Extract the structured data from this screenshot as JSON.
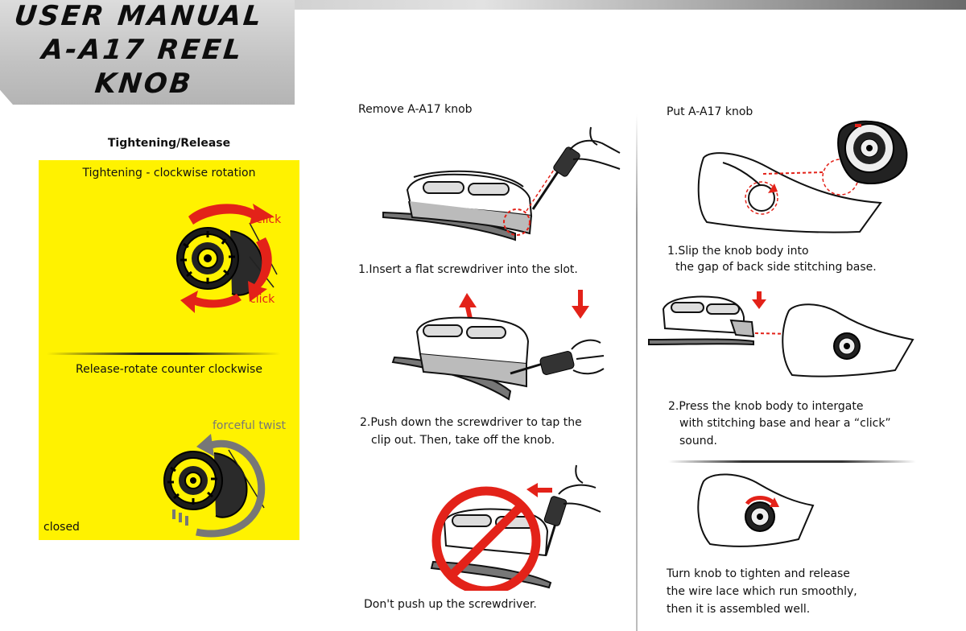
{
  "header": {
    "title_lines": [
      "USER MANUAL",
      "A-A17 REEL",
      "KNOB"
    ]
  },
  "tightening_panel": {
    "heading": "Tightening/Release",
    "tightening_label": "Tightening - clockwise rotation",
    "click_label_1": "click",
    "click_label_2": "click",
    "release_label": "Release-rotate counter clockwise",
    "forceful_label": "forceful twist",
    "closed_label": "closed",
    "colors": {
      "panel": "#fff200",
      "arrow_red": "#e32219",
      "arrow_gray": "#777777"
    }
  },
  "remove_section": {
    "title": "Remove A-A17 knob",
    "step1": "1.Insert a flat screwdriver into the slot.",
    "step2_line1": "2.Push down the screwdriver to tap the",
    "step2_line2": "clip out. Then, take off the knob.",
    "warning": "Don't push up the screwdriver."
  },
  "put_section": {
    "title": "Put A-A17 knob",
    "step1_line1": "1.Slip the knob body into",
    "step1_line2": "the gap of back side stitching base.",
    "step2_line1": "2.Press the knob body to intergate",
    "step2_line2": "with stitching base and hear a “click”",
    "step2_line3": "sound.",
    "step3_line1": "Turn knob to tighten and release",
    "step3_line2": "the wire lace which run smoothly,",
    "step3_line3": "then it is assembled well."
  },
  "icons": [
    "reel-knob-icon",
    "screwdriver-icon",
    "hand-icon",
    "prohibited-icon",
    "shoe-heel-icon",
    "direction-arrow-icon"
  ]
}
